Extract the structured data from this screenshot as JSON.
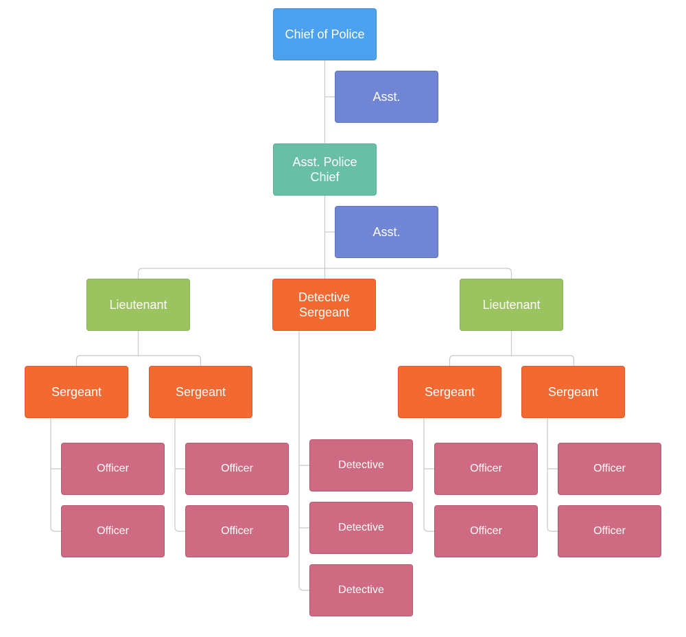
{
  "org": {
    "chief": "Chief of Police",
    "asst_1": "Asst.",
    "asst_police_chief": "Asst. Police Chief",
    "asst_2": "Asst.",
    "lieutenant_left": "Lieutenant",
    "detective_sergeant": "Detective Sergeant",
    "lieutenant_right": "Lieutenant",
    "sergeant_1": "Sergeant",
    "sergeant_2": "Sergeant",
    "sergeant_3": "Sergeant",
    "sergeant_4": "Sergeant",
    "officer_1": "Officer",
    "officer_2": "Officer",
    "officer_3": "Officer",
    "officer_4": "Officer",
    "detective_1": "Detective",
    "detective_2": "Detective",
    "detective_3": "Detective",
    "officer_5": "Officer",
    "officer_6": "Officer",
    "officer_7": "Officer",
    "officer_8": "Officer"
  },
  "colors": {
    "blue": "#4ca1ee",
    "indigo": "#7086d4",
    "teal": "#69bfa6",
    "green": "#9bc461",
    "orange": "#f26a32",
    "pink": "#cf6a83",
    "connector": "#c8c8c8"
  }
}
